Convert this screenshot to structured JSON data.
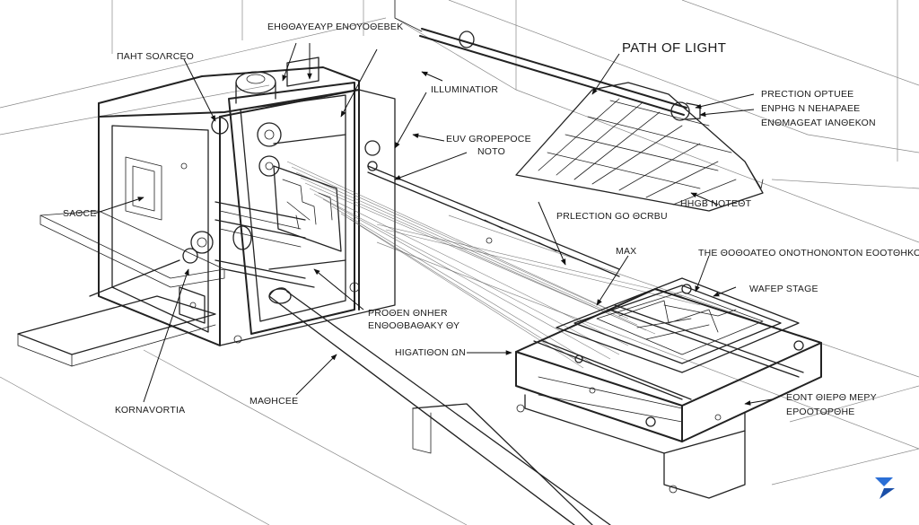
{
  "diagram": {
    "title": "PATH OF LIGHT",
    "labels": {
      "light_source": "ΠΑΗΤ SΟΛRCΕΟ",
      "laser_source": "ΕΗΘΘΑΥΕΑΥΡ ΕΝΟΥΟΘΕΒΕΚ",
      "illuminator": "ΙLLUMINATΙΟR",
      "euv_source": "ΕUV GROΡΕΡΟCΕ",
      "euv_source_sub": "ΝΟΤΟ",
      "projection_optics": "PRECTIOΝ OΡTUEE",
      "projection_optics_sub1": "ΕΝΡΗG Ν ΝΕΗΑΡΑΕΕ",
      "projection_optics_sub2": "ΕΝΘΜΑGΕΑΤ ΙΑΝΘΕΚΟΝ",
      "high_vacuum": "ΗΗGΒ ΝΟΤΕΘΤ",
      "projection_screen": "PRLECTΙΟΝ GΟ ΘCRΒU",
      "mask": "ΜΑΧ",
      "source_note": "ΤΗΕ ΘΟΘΟΑΤΕΟ ΟΝΟΤΗΟΝΟΝΤΟΝ ΕΟΟΤΘΗΚΟ",
      "wafer_stage": "WAFΕΡ STAGE",
      "stage": "SΑΘCΕ",
      "reticle_stage": "ΡROΘΕΝ ΘΝΗΕR",
      "reticle_stage_sub": "ΕΝΘΟΘΒΑΘΑΚΥ ΘΥ",
      "hightension": "ΗΙGΑΤΙΘΟΝ ΩΝ",
      "cooling_sys": "ΕΟΝΤ ΘΙΕΡΘ ΜΕΡΥ",
      "cooling_sys_sub": "ΕΡΟΟΤΟΡΘΗΕ",
      "kornavortia": "ΚΟRΝΑVΟRΤΙΑ",
      "machine": "ΜΑΘΗCΕΕ"
    }
  }
}
